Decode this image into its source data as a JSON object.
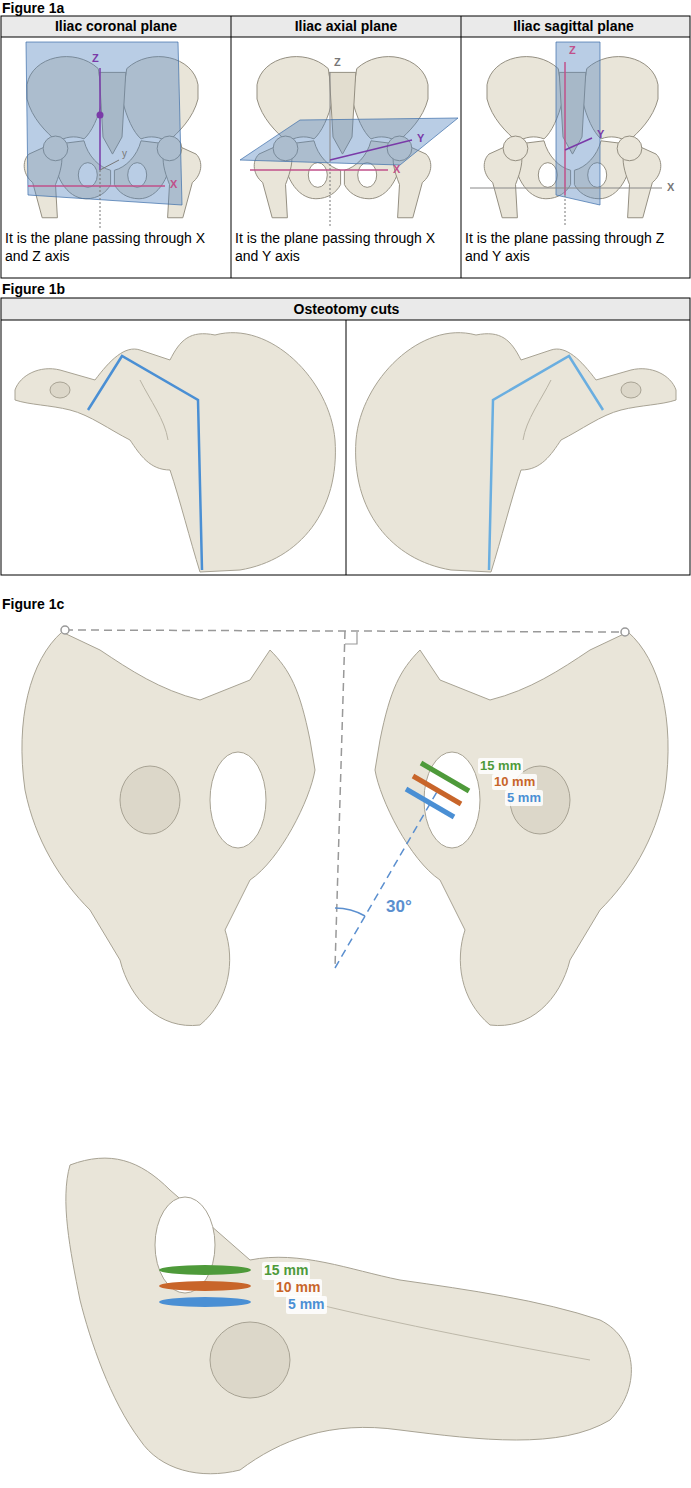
{
  "diagram": {
    "labels": [
      "Figure 1a",
      "Iliac coronal plane",
      "Iliac axial plane",
      "Iliac sagittal plane",
      "Z",
      "y",
      "X",
      "Z",
      "Y",
      "X",
      "Z",
      "Y",
      "X",
      "It is the plane passing through X and Z axis",
      "It is the plane passing through X and Y axis",
      "It is the plane passing through Z and Y axis",
      "Figure 1b",
      "Osteotomy cuts",
      "Figure 1c",
      "15 mm",
      "10 mm",
      "5 mm",
      "30°",
      "15 mm",
      "10 mm",
      "5 mm"
    ]
  }
}
